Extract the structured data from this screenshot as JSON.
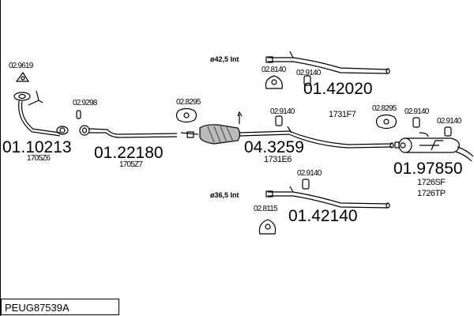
{
  "diagram_code": "PEUG87539A",
  "parts": [
    {
      "number": "01.10213",
      "ref": "1705Z6"
    },
    {
      "number": "01.22180",
      "ref": "1705Z7"
    },
    {
      "number": "04.3259",
      "ref": "1731E6"
    },
    {
      "number": "01.42020",
      "variant": "ø42,5  Int"
    },
    {
      "number": "01.42140",
      "variant": "ø36,5  Int"
    },
    {
      "number": "01.97850",
      "refs": [
        "1726SF",
        "1726TP"
      ]
    }
  ],
  "ref_1731F7": "1731F7",
  "accessories": {
    "a1": "02.9619",
    "a2": "02.9298",
    "a3": "02.8295",
    "a4": "02.8140",
    "a5": "02.9140",
    "a6": "02.9140",
    "a7": "02.8295",
    "a8": "02.9140",
    "a9": "02.9140",
    "a10": "02.9140",
    "a11": "02.8115"
  }
}
